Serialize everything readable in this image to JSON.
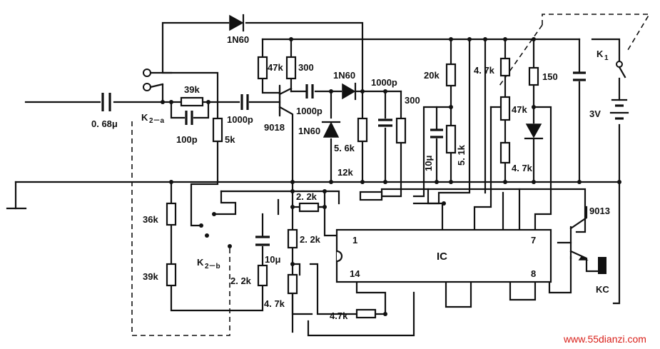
{
  "components": {
    "c_input": "0. 68μ",
    "switch_k2a": "K",
    "switch_k2a_sub": "2－a",
    "r_39k_top": "39k",
    "c_100p": "100p",
    "r_5k": "5k",
    "c_1000p_a": "1000p",
    "transistor_9018": "9018",
    "r_47k_a": "47k",
    "r_300_a": "300",
    "c_1000p_b": "1000p",
    "diode_1n60_top": "1N60",
    "diode_1n60_mid": "1N60",
    "diode_1n60_zener": "1N60",
    "r_5_6k": "5. 6k",
    "r_12k": "12k",
    "c_1000p_c": "1000p",
    "r_300_b": "300",
    "r_20k": "20k",
    "c_10u_a": "10μ",
    "r_5_1k": "5. 1k",
    "r_4_7k_a": "4. 7k",
    "r_47k_b": "47k",
    "r_4_7k_b": "4. 7k",
    "r_150": "150",
    "switch_k1": "K",
    "switch_k1_sub": "1",
    "battery_3v": "3V",
    "r_36k": "36k",
    "r_39k_left": "39k",
    "switch_k2b": "K",
    "switch_k2b_sub": "2－b",
    "r_2_2k_a": "2. 2k",
    "c_10u_b": "10μ",
    "r_2_2k_b": "2. 2k",
    "r_2_2k_c": "2. 2k",
    "r_4_7k_c": "4. 7k",
    "r_4_7k_d": "4.7k",
    "transistor_9013": "9013",
    "relay_kc": "KC"
  },
  "ic": {
    "label": "IC",
    "pin_1": "1",
    "pin_7": "7",
    "pin_14": "14",
    "pin_8": "8"
  },
  "watermark": "www.55dianzi.com",
  "colors": {
    "ink": "#111111",
    "watermark": "#d9201a",
    "background": "#ffffff"
  }
}
